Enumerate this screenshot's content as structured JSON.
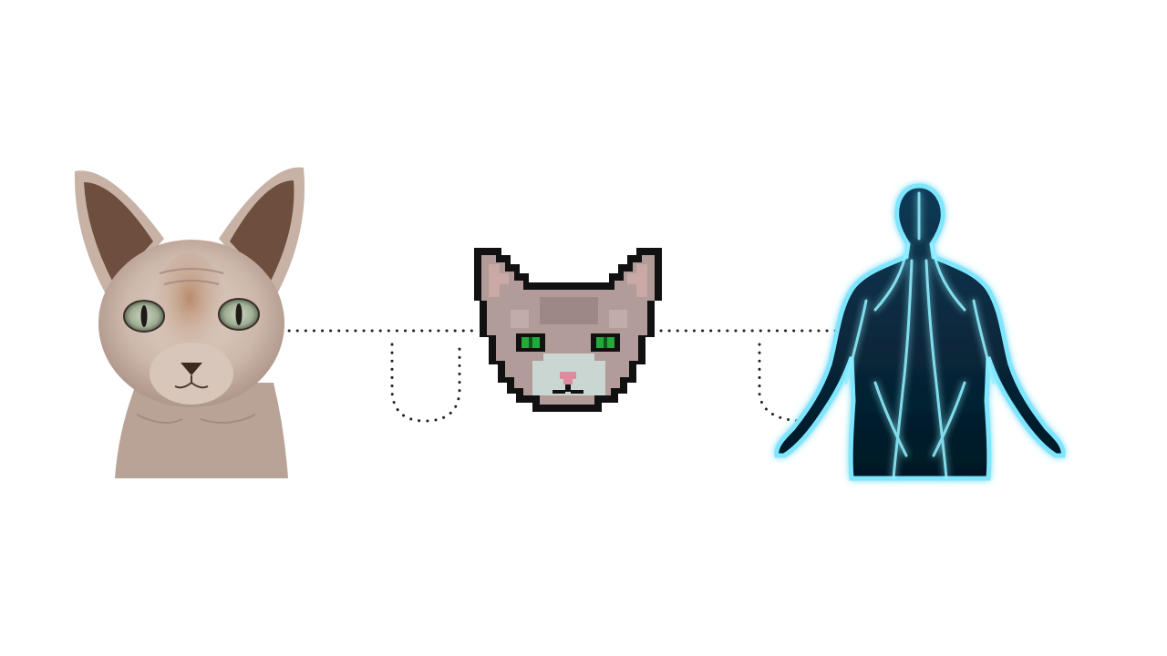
{
  "diagram": {
    "nodes": [
      {
        "id": "sphynx-cat-photo",
        "kind": "photo"
      },
      {
        "id": "pixel-cat-icon",
        "kind": "pixel-art"
      },
      {
        "id": "glowing-human-figure",
        "kind": "illustration"
      }
    ],
    "connectors": [
      {
        "from": "sphynx-cat-photo",
        "to": "pixel-cat-icon",
        "style": "dotted"
      },
      {
        "from": "pixel-cat-icon",
        "to": "glowing-human-figure",
        "style": "dotted"
      }
    ]
  },
  "colors": {
    "background": "#ffffff",
    "connector": "#222222",
    "cat_skin": "#cdb8ab",
    "cat_ear_inner": "#6e4e3c",
    "cat_eye": "#a9b49a",
    "pixel_outline": "#111111",
    "pixel_fur": "#b19c9a",
    "pixel_eye": "#22aa3a",
    "figure_glow": "#7fe6ff",
    "figure_body": "#08263a"
  }
}
